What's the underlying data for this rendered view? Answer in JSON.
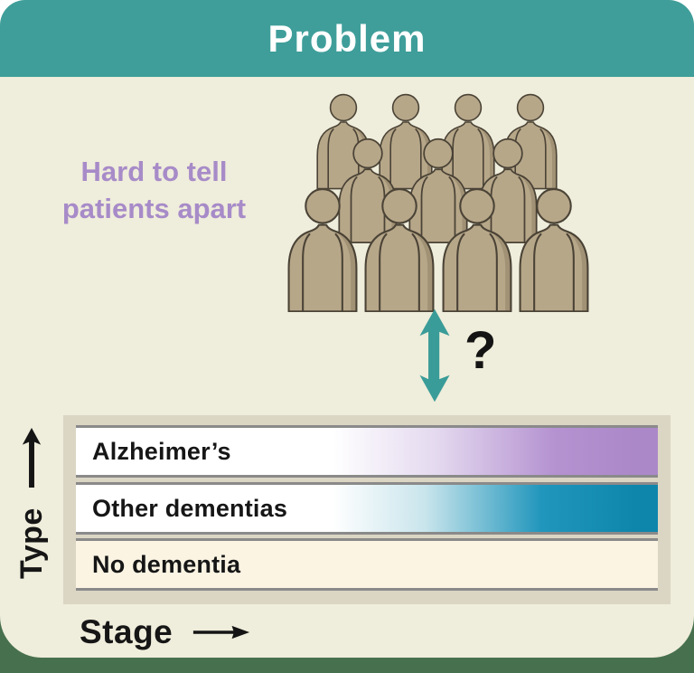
{
  "header": {
    "title": "Problem",
    "bg_color": "#3F9E9A",
    "text_color": "#FFFFFF"
  },
  "tagline": {
    "line1": "Hard to tell",
    "line2": "patients apart",
    "color": "#A78BC8"
  },
  "crowd": {
    "description": "crowd of identical patient figures",
    "person_count": 11,
    "rows_front_to_back": [
      4,
      3,
      4
    ],
    "fill_color": "#B7A789",
    "outline_color": "#4A4336"
  },
  "comparison": {
    "arrow_icon": "double-vertical-arrow",
    "arrow_color": "#3A9C98",
    "question_mark": "?"
  },
  "chart": {
    "panel_bg": "#DBD5C4",
    "bar_edge_color": "#8A8A8A",
    "bars": [
      {
        "label": "Alzheimer’s",
        "fill_type": "gradient",
        "gradient_start": "#FFFFFF",
        "gradient_end": "#AB88C8"
      },
      {
        "label": "Other dementias",
        "fill_type": "gradient",
        "gradient_start": "#FFFFFF",
        "gradient_end": "#0E86AC"
      },
      {
        "label": "No dementia",
        "fill_type": "solid",
        "fill": "#FBF4E3"
      }
    ],
    "y_axis": {
      "label": "Type",
      "arrow_direction": "up"
    },
    "x_axis": {
      "label": "Stage",
      "arrow_direction": "right"
    }
  },
  "colors": {
    "card_background": "#EFEDDB",
    "footer_green": "#47704E",
    "text": "#161616"
  }
}
